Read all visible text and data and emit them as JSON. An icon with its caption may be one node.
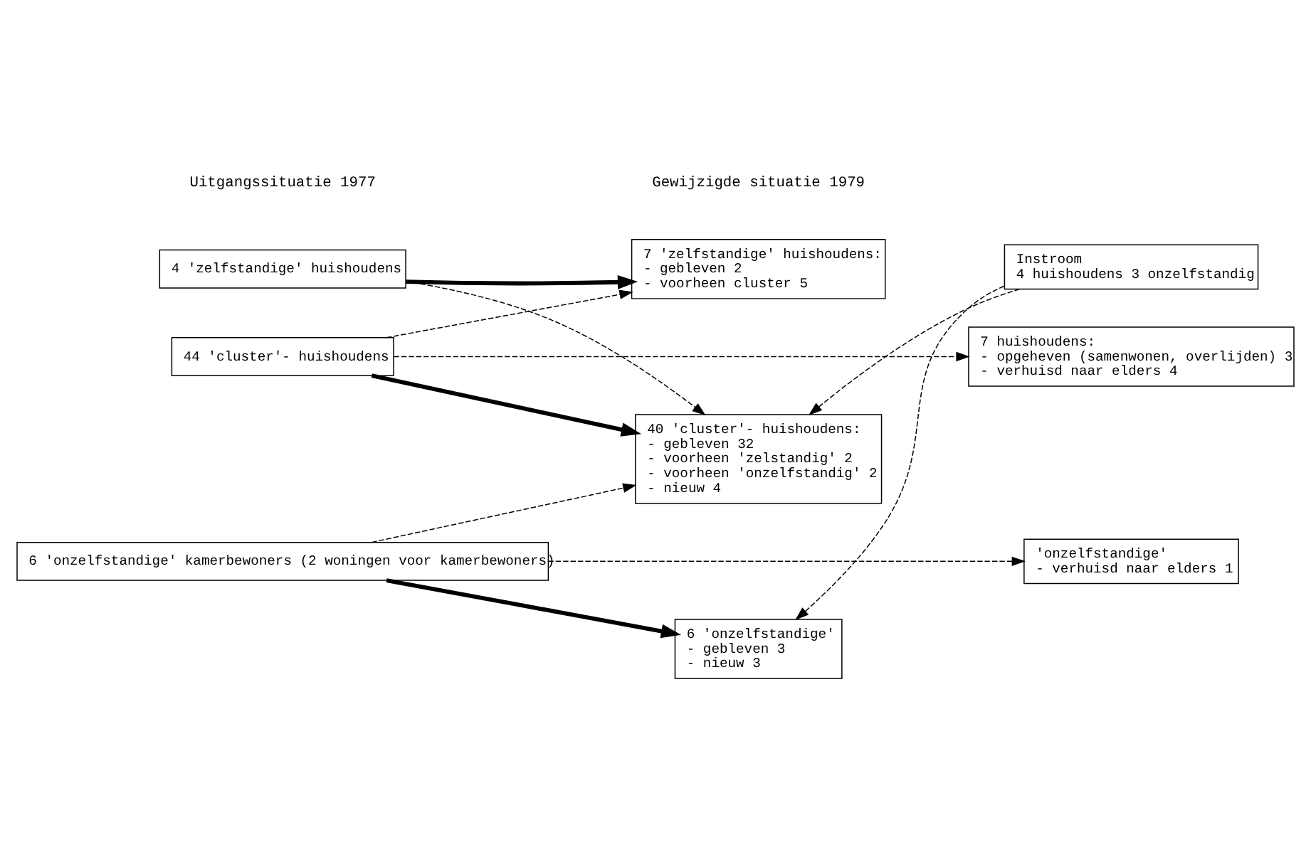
{
  "diagram": {
    "nodes": [
      {
        "text": [
          "4 'zelfstandige' huishoudens"
        ]
      },
      {
        "text": [
          "44 'cluster'- huishoudens"
        ]
      },
      {
        "text": [
          "6 'onzelfstandige' kamerbewoners (2 woningen voor kamerbewoners)"
        ]
      },
      {
        "text": [
          "7 'zelfstandige' huishoudens:",
          "- gebleven 2",
          "- voorheen cluster 5"
        ]
      },
      {
        "text": [
          "40 'cluster'- huishoudens:",
          "- gebleven 32",
          "- voorheen 'zelstandig' 2",
          "- voorheen 'onzelfstandig' 2",
          "- nieuw 4"
        ]
      },
      {
        "text": [
          "Instroom",
          "4 huishoudens 3 onzelfstandig"
        ]
      },
      {
        "text": [
          "6 'onzelfstandige'",
          "- gebleven 3",
          "- nieuw 3"
        ]
      },
      {
        "text": [
          "7 huishoudens:",
          "- opgeheven (samenwonen, overlijden) 3",
          "- verhuisd naar elders 4"
        ]
      },
      {
        "text": [
          "'onzelfstandige'",
          "- verhuisd naar elders 1"
        ]
      }
    ],
    "edges": [
      {
        "from": 0,
        "to": 3,
        "arrow": "to",
        "style": "thick"
      },
      {
        "from": 0,
        "to": 4,
        "arrow": "to",
        "style": "dashed"
      },
      {
        "from": 1,
        "to": 3,
        "arrow": "to",
        "style": "dashed"
      },
      {
        "from": 1,
        "to": 4,
        "arrow": "to",
        "style": "thick"
      },
      {
        "from": 1,
        "to": 7,
        "arrow": "to",
        "style": "dashed"
      },
      {
        "from": 2,
        "to": 4,
        "arrow": "to",
        "style": "dashed"
      },
      {
        "from": 2,
        "to": 6,
        "arrow": "to",
        "style": "thick"
      },
      {
        "from": 2,
        "to": 8,
        "arrow": "to",
        "style": "dashed"
      },
      {
        "from": 5,
        "to": 4,
        "arrow": "to",
        "style": "dashed"
      },
      {
        "from": 5,
        "to": 6,
        "arrow": "to",
        "style": "dashed"
      }
    ],
    "labels": [
      "Uitgangssituatie 1977",
      "Gewijzigde situatie 1979"
    ]
  }
}
